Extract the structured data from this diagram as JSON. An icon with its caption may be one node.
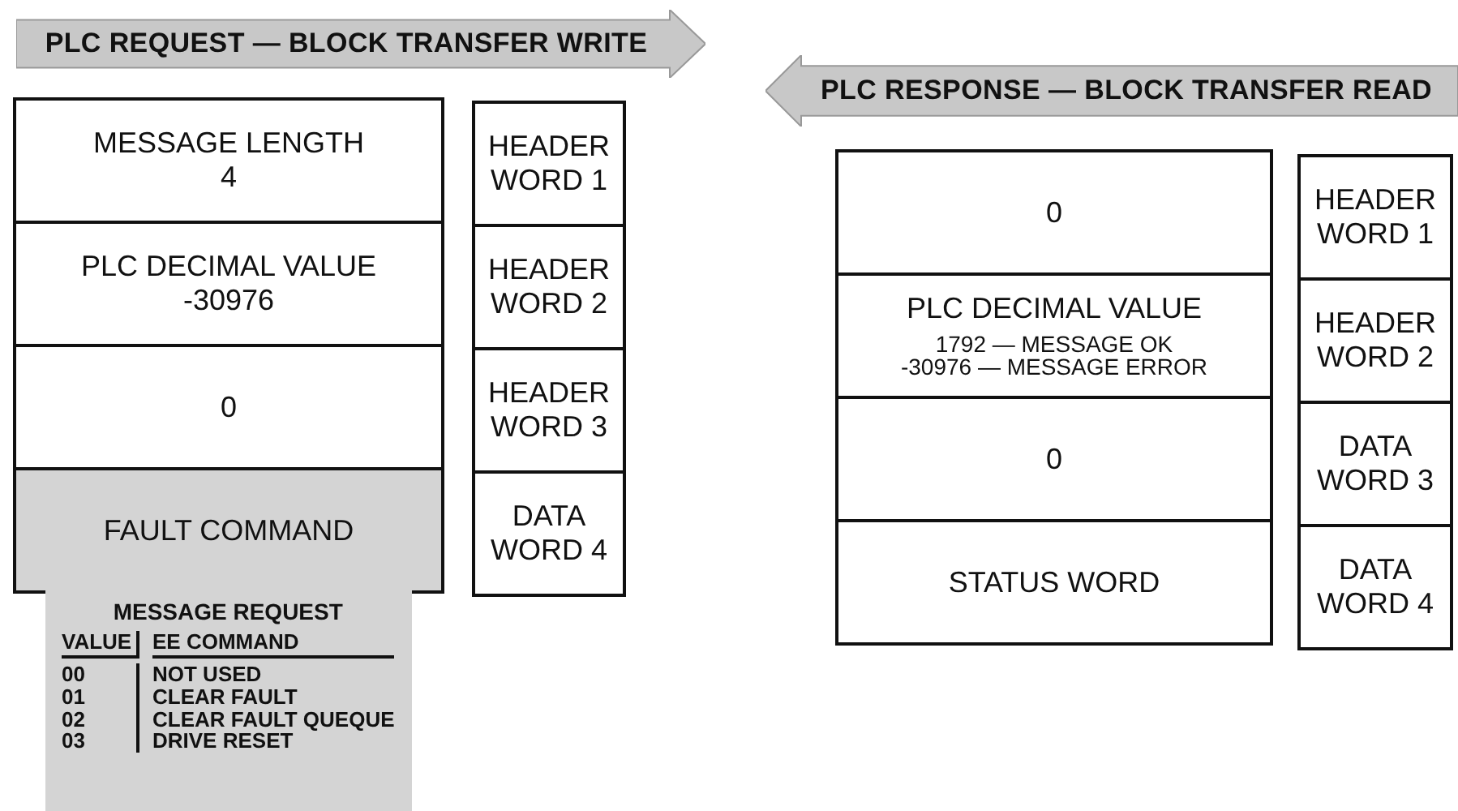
{
  "diagram": {
    "nodes": [
      {
        "text": [
          "PLC REQUEST — BLOCK TRANSFER WRITE"
        ]
      },
      {
        "text": [
          "MESSAGE LENGTH",
          "4"
        ]
      },
      {
        "text": [
          "PLC DECIMAL VALUE",
          "-30976"
        ]
      },
      {
        "text": [
          "0"
        ]
      },
      {
        "text": [
          "FAULT COMMAND"
        ]
      },
      {
        "text": [
          "MESSAGE REQUEST",
          "VALUE",
          "EE COMMAND",
          "00",
          "NOT USED",
          "01",
          "CLEAR FAULT",
          "02",
          "CLEAR FAULT QUEQUE",
          "03",
          "DRIVE RESET"
        ]
      },
      {
        "text": [
          "HEADER WORD 1"
        ]
      },
      {
        "text": [
          "HEADER WORD 2"
        ]
      },
      {
        "text": [
          "HEADER WORD 3"
        ]
      },
      {
        "text": [
          "DATA WORD 4"
        ]
      },
      {
        "text": [
          "PLC RESPONSE — BLOCK TRANSFER READ"
        ]
      },
      {
        "text": [
          "0"
        ]
      },
      {
        "text": [
          "PLC DECIMAL VALUE",
          "1792 — MESSAGE OK",
          "-30976 — MESSAGE ERROR"
        ]
      },
      {
        "text": [
          "0"
        ]
      },
      {
        "text": [
          "STATUS WORD"
        ]
      },
      {
        "text": [
          "HEADER WORD 1"
        ]
      },
      {
        "text": [
          "HEADER WORD 2"
        ]
      },
      {
        "text": [
          "DATA WORD 3"
        ]
      },
      {
        "text": [
          "DATA WORD 4"
        ]
      }
    ],
    "edges": []
  }
}
